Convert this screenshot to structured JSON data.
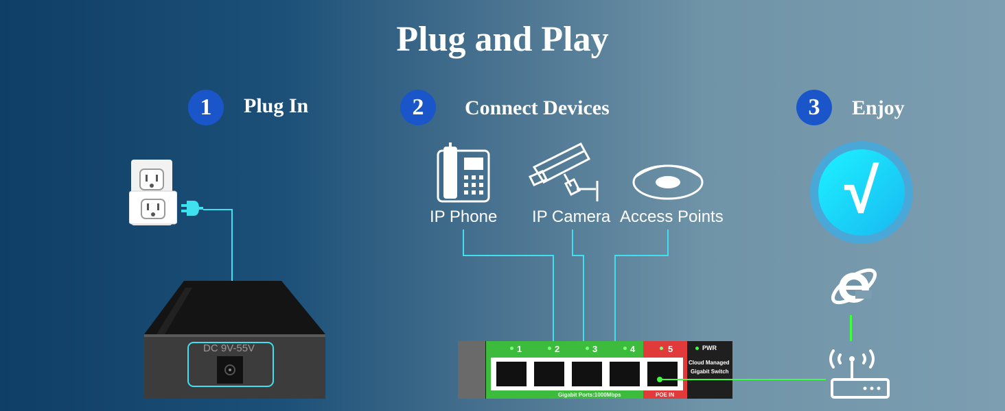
{
  "title": "Plug and Play",
  "steps": [
    {
      "number": "1",
      "label": "Plug In"
    },
    {
      "number": "2",
      "label": "Connect Devices"
    },
    {
      "number": "3",
      "label": "Enjoy"
    }
  ],
  "devices": [
    "IP Phone",
    "IP Camera",
    "Access Points"
  ],
  "injector": {
    "voltage_label": "DC 9V-55V"
  },
  "switch": {
    "ports": [
      "1",
      "2",
      "3",
      "4",
      "5"
    ],
    "pwr_label": "PWR",
    "model_line1": "Cloud Managed",
    "model_line2": "Gigabit Switch",
    "gigabit_label": "Gigabit Ports:1000Mbps",
    "poe_label": "POE IN"
  },
  "enjoy": {
    "checkmark": "√"
  },
  "icons": [
    "power-outlet-icon",
    "plug-icon",
    "ip-phone-icon",
    "ip-camera-icon",
    "access-point-icon",
    "checkmark-icon",
    "internet-explorer-icon",
    "router-icon"
  ],
  "colors": {
    "accent": "#1a56c9",
    "cable": "#3fe0f0",
    "port_green": "#3dbb3d",
    "port_red": "#e03a3a"
  }
}
